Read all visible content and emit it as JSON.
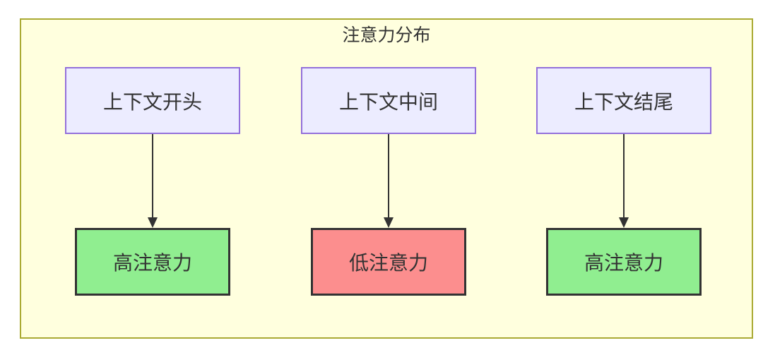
{
  "diagram": {
    "title": "注意力分布",
    "columns": [
      {
        "source": "上下文开头",
        "result": "高注意力",
        "level": "high"
      },
      {
        "source": "上下文中间",
        "result": "低注意力",
        "level": "low"
      },
      {
        "source": "上下文结尾",
        "result": "高注意力",
        "level": "high"
      }
    ],
    "colors": {
      "canvas_bg": "#ffffff",
      "container_bg": "#ffffde",
      "container_border": "#aaaa33",
      "source_node_bg": "#ececff",
      "source_node_border": "#9370db",
      "high_attention_bg": "#90ee90",
      "low_attention_bg": "#fc8e8e",
      "result_node_border": "#333333",
      "arrow_color": "#333333",
      "text_color": "#333333"
    }
  }
}
